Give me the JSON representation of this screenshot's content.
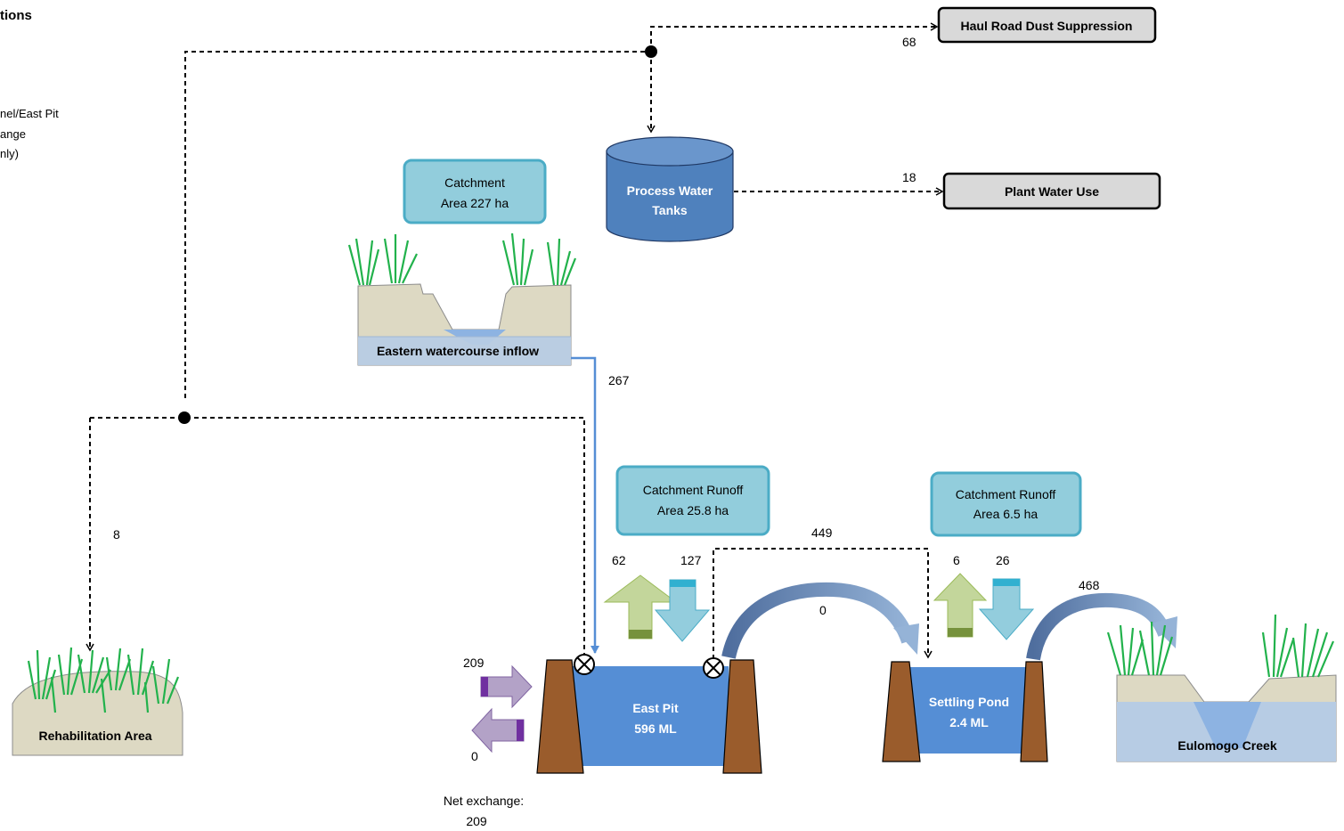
{
  "partial_labels": {
    "title_fragment": "tions",
    "note_line1": "nel/East Pit",
    "note_line2": "ange",
    "note_line3": "nly)"
  },
  "nodes": {
    "haul_road": "Haul Road Dust Suppression",
    "plant_water": "Plant Water Use",
    "process_tanks_line1": "Process Water",
    "process_tanks_line2": "Tanks",
    "catchment_top_line1": "Catchment",
    "catchment_top_line2": "Area 227 ha",
    "eastern_inflow": "Eastern watercourse inflow",
    "runoff_pit_line1": "Catchment Runoff",
    "runoff_pit_line2": "Area 25.8 ha",
    "runoff_pond_line1": "Catchment Runoff",
    "runoff_pond_line2": "Area 6.5 ha",
    "east_pit_line1": "East Pit",
    "east_pit_line2": "596 ML",
    "settling_pond_line1": "Settling Pond",
    "settling_pond_line2": "2.4 ML",
    "eulomogo_creek": "Eulomogo Creek",
    "rehab_area": "Rehabilitation Area",
    "net_exchange_label": "Net exchange:"
  },
  "flows": {
    "to_haul_road": "68",
    "to_plant": "18",
    "eastern_inflow": "267",
    "to_rehab": "8",
    "pit_evaporation": "62",
    "pit_rainfall": "127",
    "pit_to_pond_pumped": "449",
    "pit_overflow_to_pond": "0",
    "pond_evaporation": "6",
    "pond_rainfall": "26",
    "pond_to_creek": "468",
    "groundwater_in": "209",
    "groundwater_out": "0",
    "net_exchange": "209"
  },
  "colors": {
    "node_box_fill": "#d9d9d9",
    "catchment_box_fill": "#92cddc",
    "catchment_box_stroke": "#4bacc6",
    "tank_fill": "#4f81bd",
    "water_fill": "#558ed5",
    "wall_fill": "#9a5c2c",
    "ground_fill": "#ddd9c3",
    "grass": "#22b24c",
    "evap_arrow": "#c3d69b",
    "rain_arrow": "#93cddd",
    "groundwater_arrow": "#b3a2c7"
  }
}
